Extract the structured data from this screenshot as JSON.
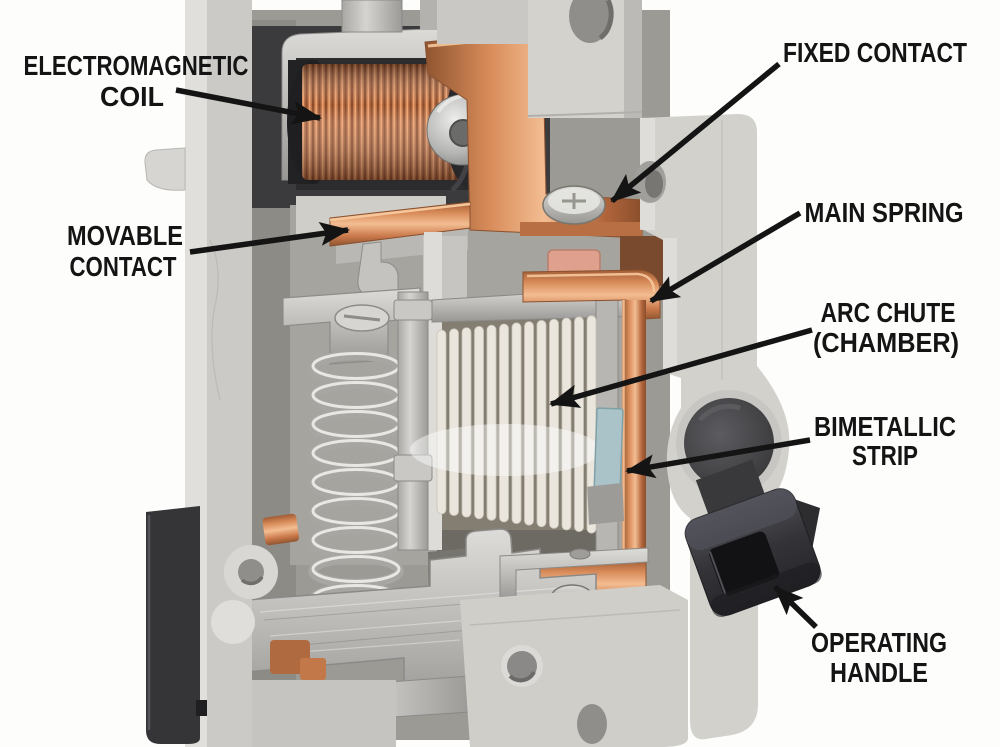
{
  "figure": {
    "description": "Cutaway photograph of a miniature circuit breaker with its internal parts labeled",
    "background_color": "#fdfdfc",
    "label_text_color": "#141414"
  },
  "labels": {
    "electromagnetic_coil": {
      "line1": "ELECTROMAGNETIC",
      "line2": "COIL"
    },
    "fixed_contact": {
      "line1": "FIXED CONTACT"
    },
    "movable_contact": {
      "line1": "MOVABLE",
      "line2": "CONTACT"
    },
    "main_spring": {
      "line1": "MAIN SPRING"
    },
    "arc_chute": {
      "line1": "ARC CHUTE",
      "line2": "(CHAMBER)"
    },
    "bimetallic_strip": {
      "line1": "BIMETALLIC",
      "line2": "STRIP"
    },
    "operating_handle": {
      "line1": "OPERATING",
      "line2": "HANDLE"
    }
  },
  "colors": {
    "housing_gray": "#d2d1cc",
    "copper": "#c97d4e",
    "coil_wire": "#b96f45",
    "steel": "#c6c5c2",
    "arc_chute_fins": "#eae6de",
    "bimetallic": "#aac3c8",
    "handle_black": "#3a3a3d"
  }
}
